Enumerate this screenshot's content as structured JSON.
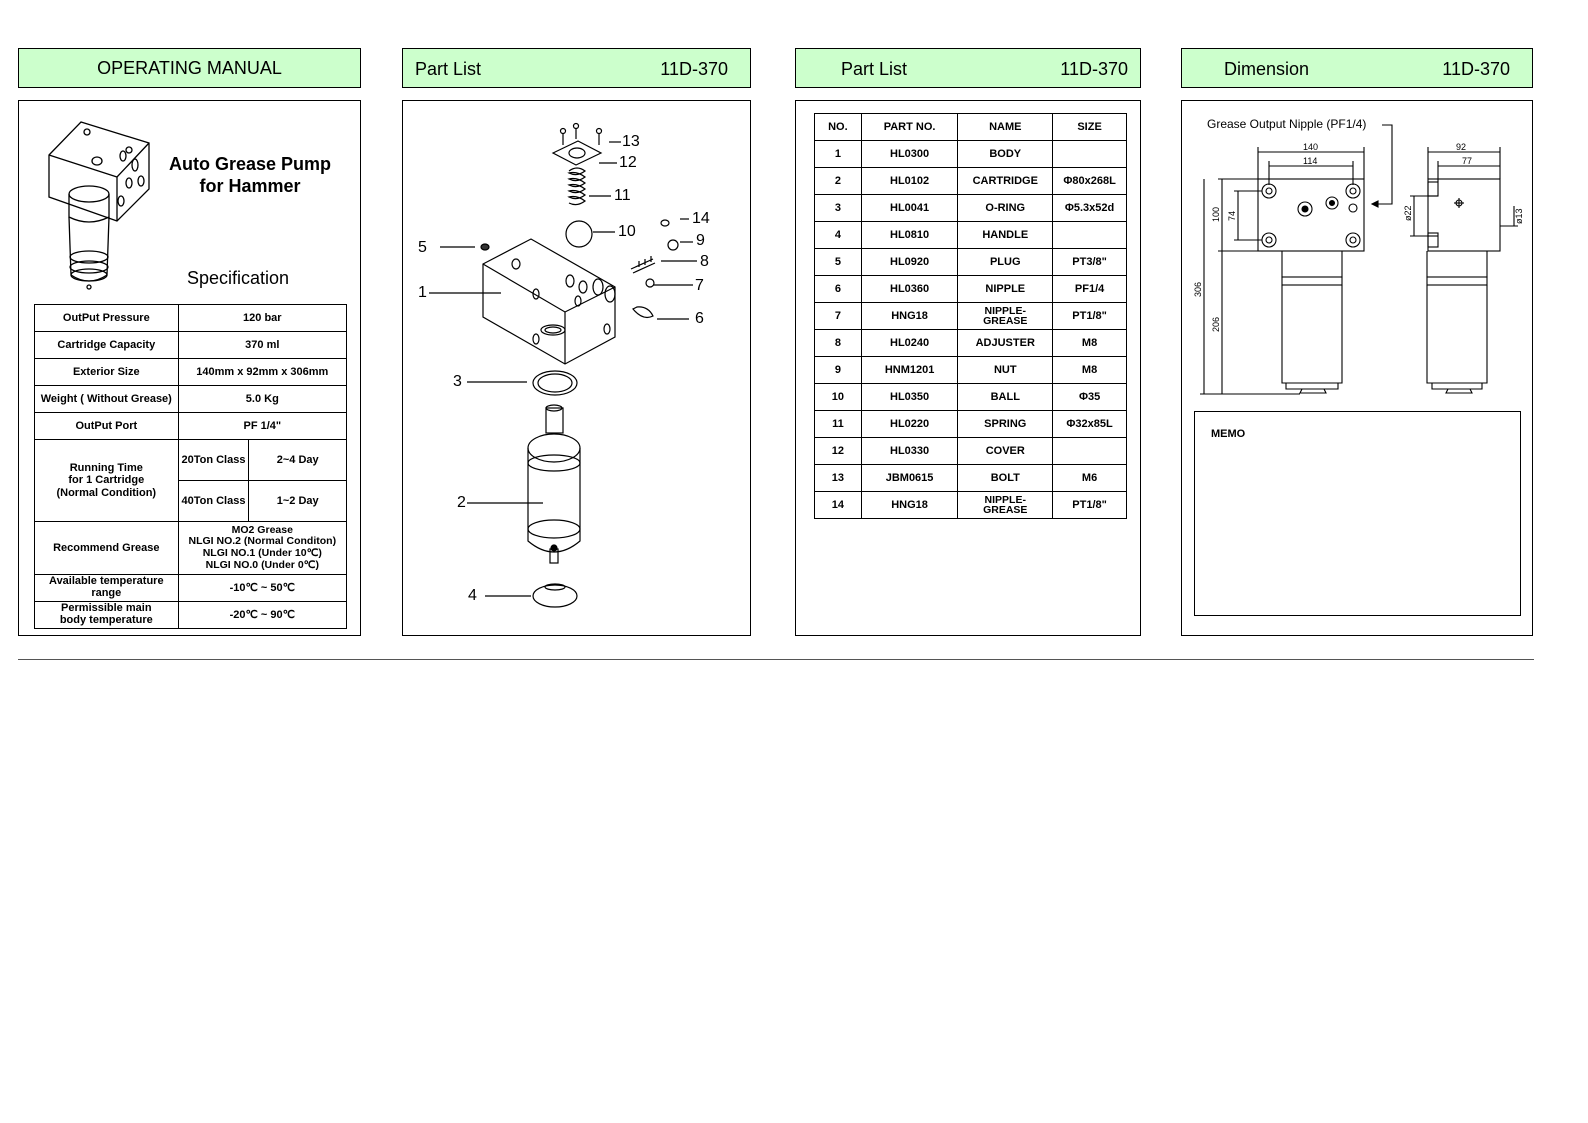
{
  "headers": {
    "manual_title": "OPERATING MANUAL",
    "partlist1_title": "Part List",
    "partlist1_code": "11D-370",
    "partlist2_title": "Part List",
    "partlist2_code": "11D-370",
    "dimension_title": "Dimension",
    "dimension_code": "11D-370"
  },
  "manual": {
    "product_line1": "Auto Grease Pump",
    "product_line2": "for Hammer",
    "spec_heading": "Specification",
    "spec": {
      "output_pressure_label": "OutPut Pressure",
      "output_pressure_value": "120 bar",
      "cartridge_capacity_label": "Cartridge Capacity",
      "cartridge_capacity_value": "370 ml",
      "exterior_size_label": "Exterior Size",
      "exterior_size_value": "140mm x 92mm x 306mm",
      "weight_label": "Weight ( Without Grease)",
      "weight_value": "5.0 Kg",
      "output_port_label": "OutPut Port",
      "output_port_value": "PF 1/4\"",
      "running_time_line1": "Running Time",
      "running_time_line2": "for 1 Cartridge",
      "running_time_line3": "(Normal Condition)",
      "class20_label": "20Ton Class",
      "class20_value": "2~4 Day",
      "class40_label": "40Ton Class",
      "class40_value": "1~2 Day",
      "recommend_label": "Recommend Grease",
      "recommend_line1": "MO2 Grease",
      "recommend_line2": "NLGI NO.2 (Normal Conditon)",
      "recommend_line3": "NLGI NO.1 (Under 10℃)",
      "recommend_line4": "NLGI NO.0 (Under 0℃)",
      "avail_temp_line1": "Available temperature",
      "avail_temp_line2": "range",
      "avail_temp_value": "-10℃ ~ 50℃",
      "perm_temp_line1": "Permissible main",
      "perm_temp_line2": "body temperature",
      "perm_temp_value": "-20℃ ~ 90℃"
    }
  },
  "exploded_callouts": [
    "1",
    "2",
    "3",
    "4",
    "5",
    "6",
    "7",
    "8",
    "9",
    "10",
    "11",
    "12",
    "13",
    "14"
  ],
  "parts_table": {
    "columns": [
      "NO.",
      "PART NO.",
      "NAME",
      "SIZE"
    ],
    "rows": [
      {
        "no": "1",
        "part": "HL0300",
        "name": "BODY",
        "name2": "",
        "size": ""
      },
      {
        "no": "2",
        "part": "HL0102",
        "name": "CARTRIDGE",
        "name2": "",
        "size": "Φ80x268L"
      },
      {
        "no": "3",
        "part": "HL0041",
        "name": "O-RING",
        "name2": "",
        "size": "Φ5.3x52d"
      },
      {
        "no": "4",
        "part": "HL0810",
        "name": "HANDLE",
        "name2": "",
        "size": ""
      },
      {
        "no": "5",
        "part": "HL0920",
        "name": "PLUG",
        "name2": "",
        "size": "PT3/8\""
      },
      {
        "no": "6",
        "part": "HL0360",
        "name": "NIPPLE",
        "name2": "",
        "size": "PF1/4"
      },
      {
        "no": "7",
        "part": "HNG18",
        "name": "NIPPLE-",
        "name2": "GREASE",
        "size": "PT1/8\""
      },
      {
        "no": "8",
        "part": "HL0240",
        "name": "ADJUSTER",
        "name2": "",
        "size": "M8"
      },
      {
        "no": "9",
        "part": "HNM1201",
        "name": "NUT",
        "name2": "",
        "size": "M8"
      },
      {
        "no": "10",
        "part": "HL0350",
        "name": "BALL",
        "name2": "",
        "size": "Φ35"
      },
      {
        "no": "11",
        "part": "HL0220",
        "name": "SPRING",
        "name2": "",
        "size": "Φ32x85L"
      },
      {
        "no": "12",
        "part": "HL0330",
        "name": "COVER",
        "name2": "",
        "size": ""
      },
      {
        "no": "13",
        "part": "JBM0615",
        "name": "BOLT",
        "name2": "",
        "size": "M6"
      },
      {
        "no": "14",
        "part": "HNG18",
        "name": "NIPPLE-",
        "name2": "GREASE",
        "size": "PT1/8\""
      }
    ]
  },
  "dimension": {
    "nipple_label": "Grease Output Nipple (PF1/4)",
    "dim_140": "140",
    "dim_114": "114",
    "dim_92": "92",
    "dim_77": "77",
    "dim_100": "100",
    "dim_74": "74",
    "dim_306": "306",
    "dim_206": "206",
    "dim_phi22": "ø22",
    "dim_phi13": "ø13",
    "memo_label": "MEMO"
  }
}
